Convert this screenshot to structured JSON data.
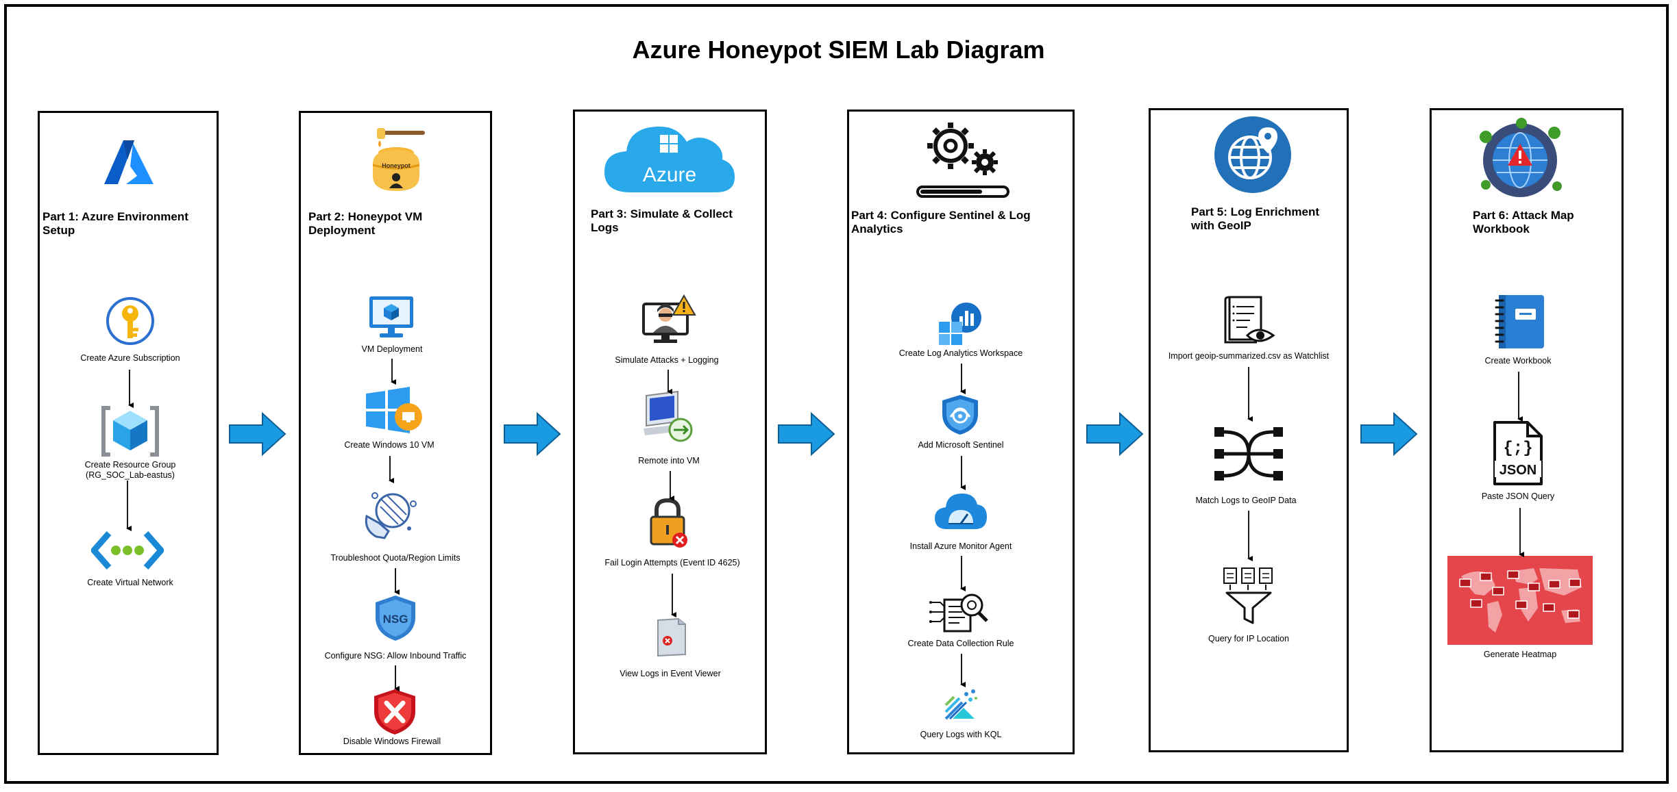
{
  "title": "Azure Honeypot SIEM Lab Diagram",
  "colors": {
    "accent": "#1f8fd8",
    "arrow_fill": "#1a9ae0",
    "arrow_stroke": "#0d5f96"
  },
  "panels": [
    {
      "title": "Part 1: Azure Environment Setup",
      "header_icon": "azure-logo-icon",
      "steps": [
        {
          "label": "Create Azure Subscription",
          "icon": "key-icon"
        },
        {
          "label": "Create Resource Group\n(RG_SOC_Lab-eastus)",
          "icon": "resource-group-icon"
        },
        {
          "label": "Create Virtual Network",
          "icon": "virtual-network-icon"
        }
      ]
    },
    {
      "title": "Part 2: Honeypot VM Deployment",
      "header_icon": "honeypot-icon",
      "header_icon_text": "Honeypot",
      "steps": [
        {
          "label": "VM Deployment",
          "icon": "vm-monitor-icon"
        },
        {
          "label": "Create Windows 10 VM",
          "icon": "windows-vm-icon"
        },
        {
          "label": "Troubleshoot Quota/Region Limits",
          "icon": "troubleshoot-icon"
        },
        {
          "label": "Configure NSG: Allow Inbound Traffic",
          "icon": "nsg-shield-icon",
          "icon_text": "NSG"
        },
        {
          "label": "Disable Windows Firewall",
          "icon": "firewall-disabled-icon"
        }
      ]
    },
    {
      "title": "Part 3: Simulate & Collect Logs",
      "header_icon": "azure-cloud-icon",
      "header_icon_text": "Azure",
      "steps": [
        {
          "label": "Simulate Attacks + Logging",
          "icon": "hacker-icon"
        },
        {
          "label": "Remote into VM",
          "icon": "remote-desktop-icon"
        },
        {
          "label": "Fail Login Attempts (Event ID 4625)",
          "icon": "lock-fail-icon"
        },
        {
          "label": "View Logs in Event Viewer",
          "icon": "event-viewer-icon"
        }
      ]
    },
    {
      "title": "Part 4: Configure Sentinel & Log Analytics",
      "header_icon": "gears-icon",
      "steps": [
        {
          "label": "Create Log Analytics Workspace",
          "icon": "log-analytics-icon"
        },
        {
          "label": "Add Microsoft Sentinel",
          "icon": "sentinel-icon"
        },
        {
          "label": "Install Azure Monitor Agent",
          "icon": "monitor-agent-icon"
        },
        {
          "label": "Create Data Collection Rule",
          "icon": "data-collection-icon"
        },
        {
          "label": "Query Logs with KQL",
          "icon": "kql-icon"
        }
      ]
    },
    {
      "title": "Part 5: Log Enrichment\nwith GeoIP",
      "header_icon": "globe-pin-icon",
      "steps": [
        {
          "label": "Import geoip-summarized.csv as Watchlist",
          "icon": "watchlist-icon"
        },
        {
          "label": "Match Logs to GeoIP Data",
          "icon": "match-data-icon"
        },
        {
          "label": "Query for IP Location",
          "icon": "filter-query-icon"
        }
      ]
    },
    {
      "title": "Part 6: Attack Map\nWorkbook",
      "header_icon": "attack-globe-icon",
      "steps": [
        {
          "label": "Create Workbook",
          "icon": "workbook-icon"
        },
        {
          "label": "Paste JSON Query",
          "icon": "json-file-icon",
          "icon_text": "JSON"
        },
        {
          "label": "Generate Heatmap",
          "icon": "heatmap-icon"
        }
      ]
    }
  ]
}
